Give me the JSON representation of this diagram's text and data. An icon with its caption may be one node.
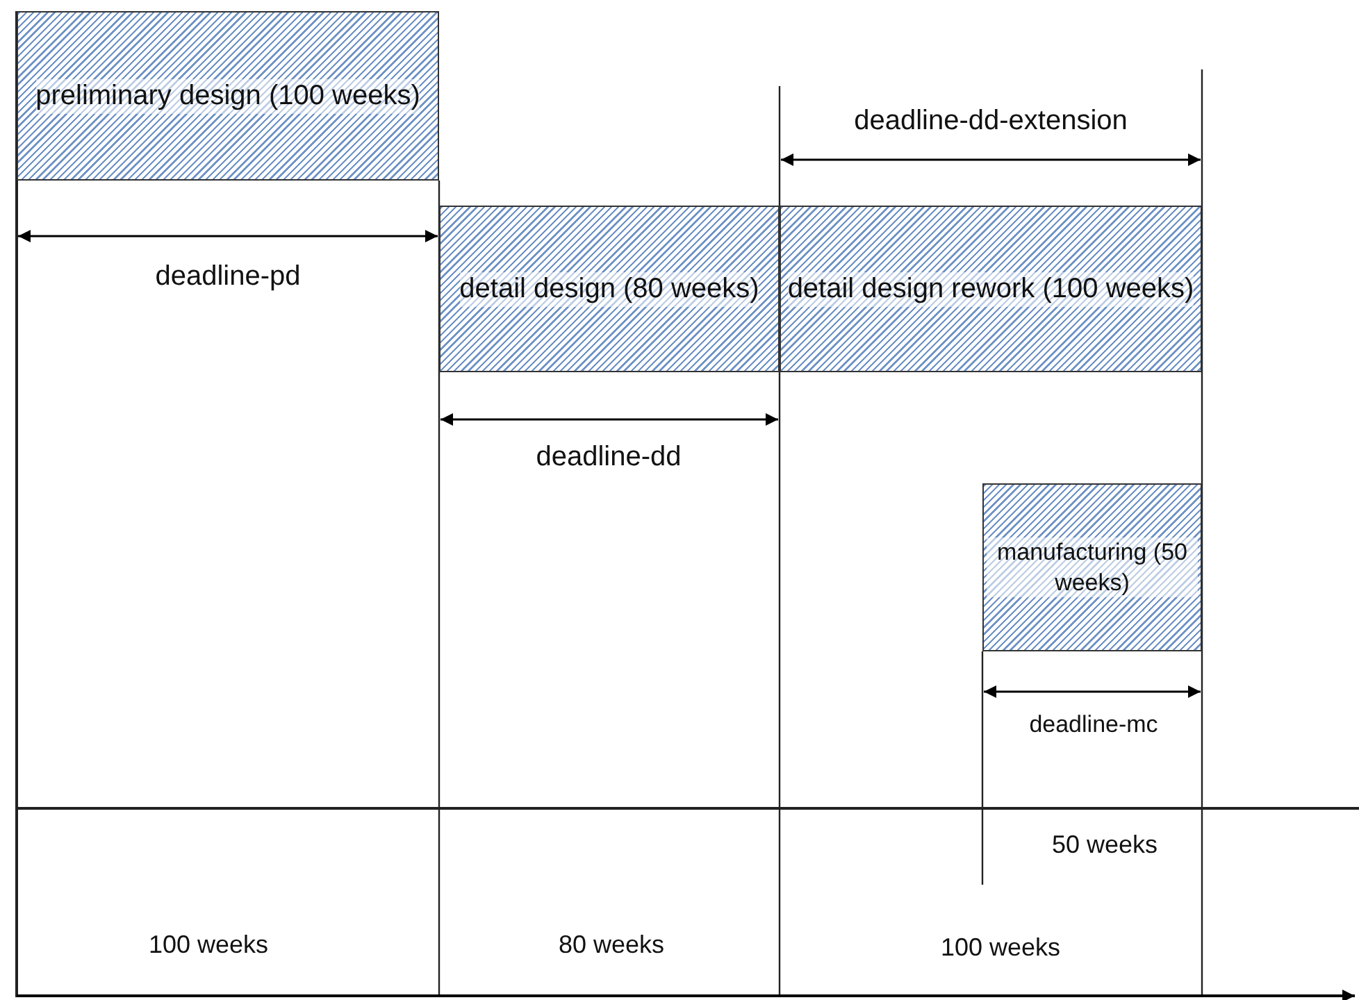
{
  "diagram": {
    "nodes": [
      {
        "text": [
          "preliminary design (100 weeks)"
        ]
      },
      {
        "text": [
          "detail design (80 weeks)"
        ]
      },
      {
        "text": [
          "detail design rework (100 weeks)"
        ]
      },
      {
        "text": [
          "manufacturing (50 weeks)"
        ]
      }
    ],
    "labels": [
      "deadline-dd-extension",
      "deadline-pd",
      "deadline-dd",
      "deadline-mc",
      "50 weeks",
      "100 weeks",
      "80 weeks",
      "100 weeks"
    ]
  }
}
